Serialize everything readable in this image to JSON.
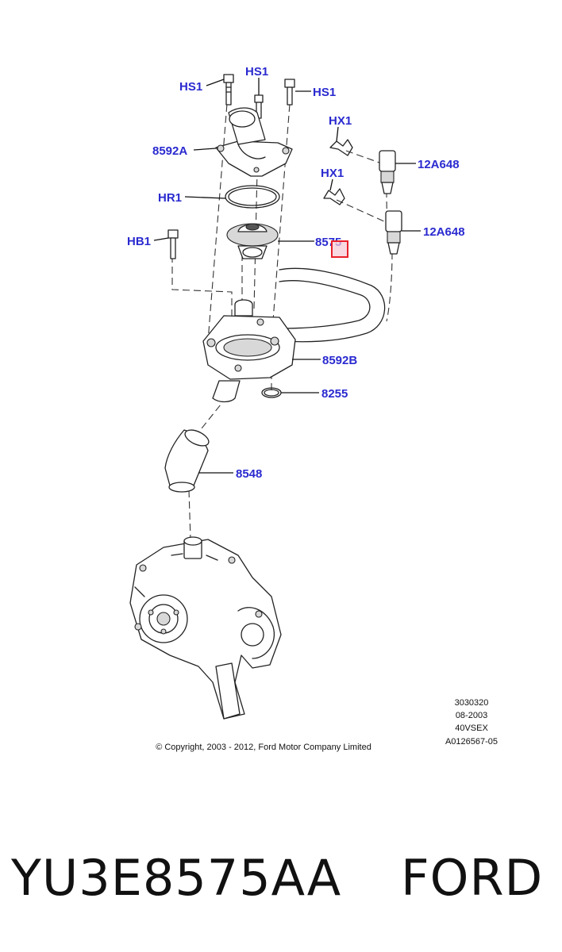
{
  "labels": {
    "hs1_left": "HS1",
    "hs1_top": "HS1",
    "hs1_right": "HS1",
    "hx1_top": "HX1",
    "hx1_mid": "HX1",
    "housing_upper": "8592A",
    "o_ring": "HR1",
    "bolt": "HB1",
    "thermostat": "8575",
    "sensor_top": "12A648",
    "sensor_bottom": "12A648",
    "housing_lower": "8592B",
    "gasket": "8255",
    "hose": "8548"
  },
  "meta_codes": [
    "3030320",
    "08-2003",
    "40VSEX",
    "A0126567-05"
  ],
  "copyright": "© Copyright, 2003 - 2012, Ford Motor Company Limited",
  "caption": {
    "part_number": "YU3E8575AA",
    "brand": "FORD"
  },
  "colors": {
    "label": "#2a2ad0",
    "highlight": "#e8202a",
    "highlight_fill": "#f7c9d4"
  }
}
